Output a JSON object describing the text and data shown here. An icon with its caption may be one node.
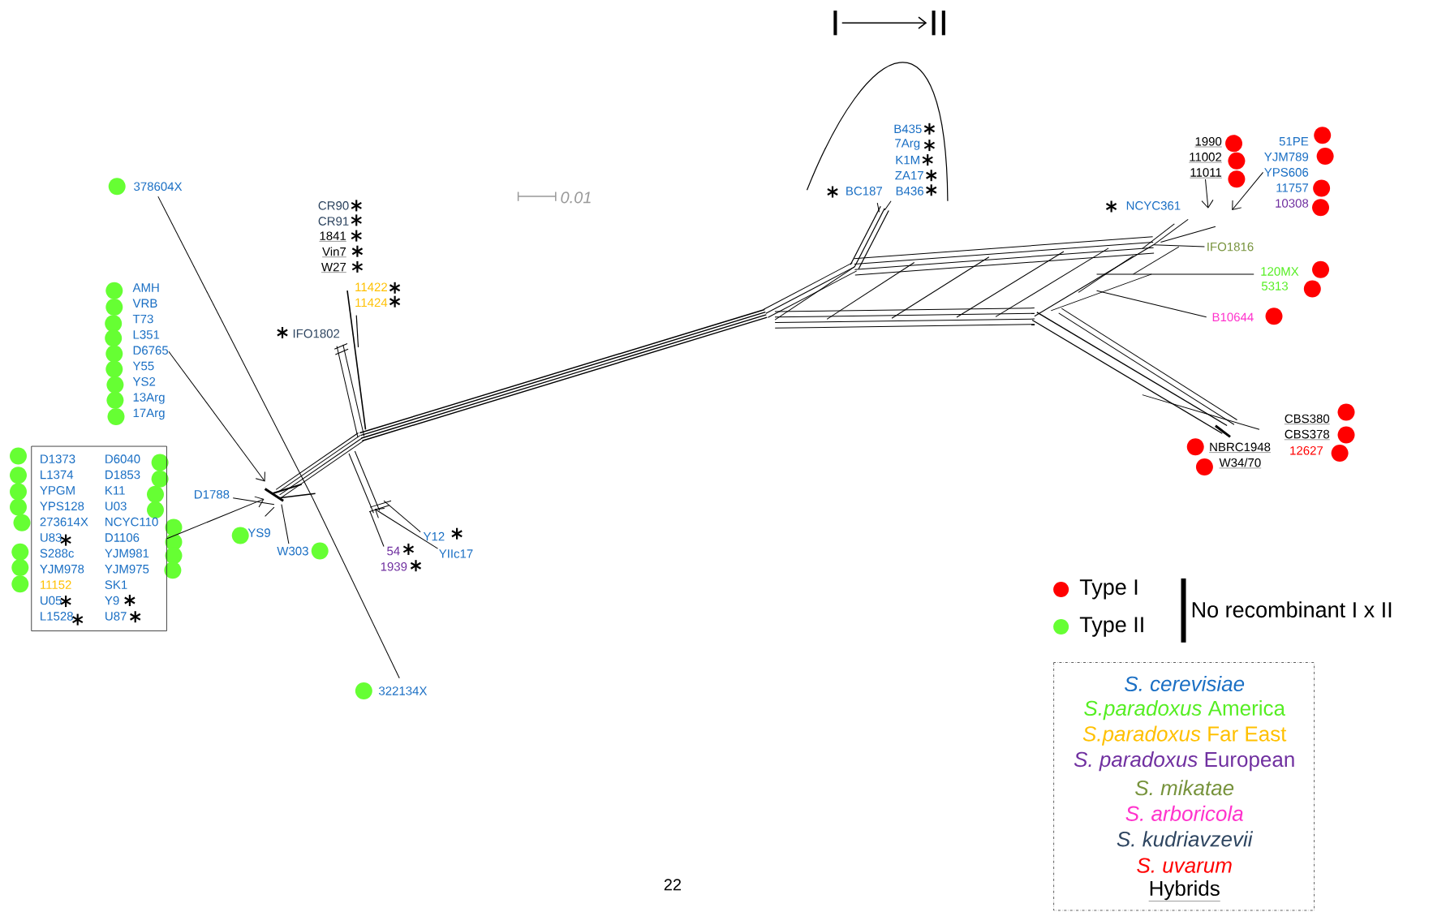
{
  "diagram": {
    "nodes": [
      {
        "text": [
          "I"
        ]
      },
      {
        "text": [
          "II"
        ]
      },
      {
        "text": [
          "D1373",
          "L1374",
          "YPGM",
          "YPS128",
          "273614X",
          "U83",
          "S288c",
          "YJM978",
          "11152",
          "U05",
          "L1528",
          "D6040",
          "D1853",
          "K11",
          "U03",
          "NCYC110",
          "D1106",
          "YJM981",
          "YJM975",
          "SK1",
          "Y9",
          "U87"
        ]
      },
      {
        "text": [
          "AMH",
          "VRB",
          "T73",
          "L351",
          "D6765",
          "Y55",
          "YS2",
          "13Arg",
          "17Arg"
        ]
      },
      {
        "text": [
          "YIIc17"
        ]
      },
      {
        "text": [
          "1990",
          "11002",
          "11011"
        ]
      },
      {
        "text": [
          "51PE",
          "YJM789",
          "YPS606",
          "11757",
          "10308"
        ]
      }
    ],
    "edges": [
      {
        "from": 0,
        "to": 1,
        "arrow": "to"
      },
      {
        "from": 2,
        "to": null,
        "arrow": "to"
      },
      {
        "from": 3,
        "to": null,
        "arrow": "to"
      },
      {
        "from": 4,
        "to": null,
        "arrow": "to"
      },
      {
        "from": 5,
        "to": null,
        "arrow": "to"
      },
      {
        "from": 6,
        "to": null,
        "arrow": "to"
      }
    ],
    "labels": [
      "0.01",
      "B435",
      "7Arg",
      "K1M",
      "ZA17",
      "BC187",
      "B436",
      "NCYC361",
      "IFO1816",
      "120MX",
      "5313",
      "378604X",
      "CR90",
      "CR91",
      "1841",
      "Vin7",
      "W27",
      "11422",
      "11424",
      "B10644",
      "IFO1802",
      "CBS380",
      "CBS378",
      "NBRC1948",
      "12627",
      "W34/70",
      "D1788",
      "YS9",
      "Y12",
      "W303",
      "54",
      "1939",
      "322134X",
      "No recombinant I x II",
      "22"
    ],
    "legend": [
      {
        "text": "Type I",
        "color": "#ff0000"
      },
      {
        "text": "Type II",
        "color": "#66ff33"
      },
      {
        "text": "S. cerevisiae"
      },
      {
        "text": "*S.paradoxus* America"
      },
      {
        "text": "*S.paradoxus* Far East"
      },
      {
        "text": "*S. paradoxus* European"
      },
      {
        "text": "S. mikatae"
      },
      {
        "text": "S. arboricola"
      },
      {
        "text": "S. kudriavzevii"
      },
      {
        "text": "S. uvarum"
      },
      {
        "text": "Hybrids"
      }
    ]
  }
}
